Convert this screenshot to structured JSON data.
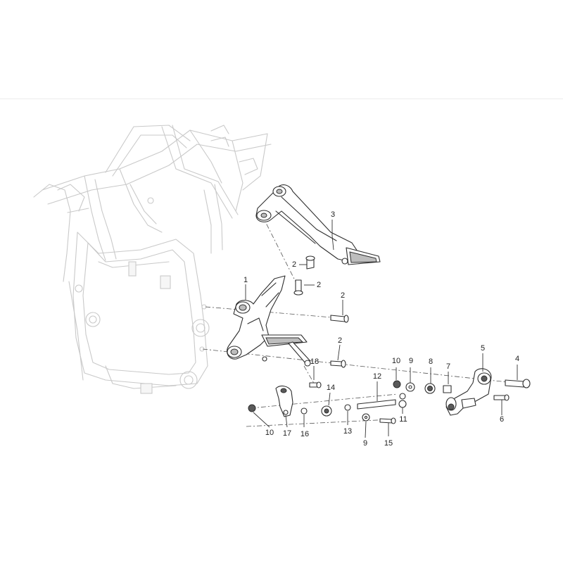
{
  "callouts": [
    {
      "id": "c3",
      "text": "3"
    },
    {
      "id": "c2a",
      "text": "2"
    },
    {
      "id": "c2b",
      "text": "2"
    },
    {
      "id": "c1",
      "text": "1"
    },
    {
      "id": "c2c",
      "text": "2"
    },
    {
      "id": "c2d",
      "text": "2"
    },
    {
      "id": "c18",
      "text": "18"
    },
    {
      "id": "c10a",
      "text": "10"
    },
    {
      "id": "c9a",
      "text": "9"
    },
    {
      "id": "c8",
      "text": "8"
    },
    {
      "id": "c7",
      "text": "7"
    },
    {
      "id": "c5",
      "text": "5"
    },
    {
      "id": "c4",
      "text": "4"
    },
    {
      "id": "c12",
      "text": "12"
    },
    {
      "id": "c14",
      "text": "14"
    },
    {
      "id": "c6",
      "text": "6"
    },
    {
      "id": "c10b",
      "text": "10"
    },
    {
      "id": "c17",
      "text": "17"
    },
    {
      "id": "c16",
      "text": "16"
    },
    {
      "id": "c13",
      "text": "13"
    },
    {
      "id": "c11",
      "text": "11"
    },
    {
      "id": "c9b",
      "text": "9"
    },
    {
      "id": "c15",
      "text": "15"
    }
  ]
}
